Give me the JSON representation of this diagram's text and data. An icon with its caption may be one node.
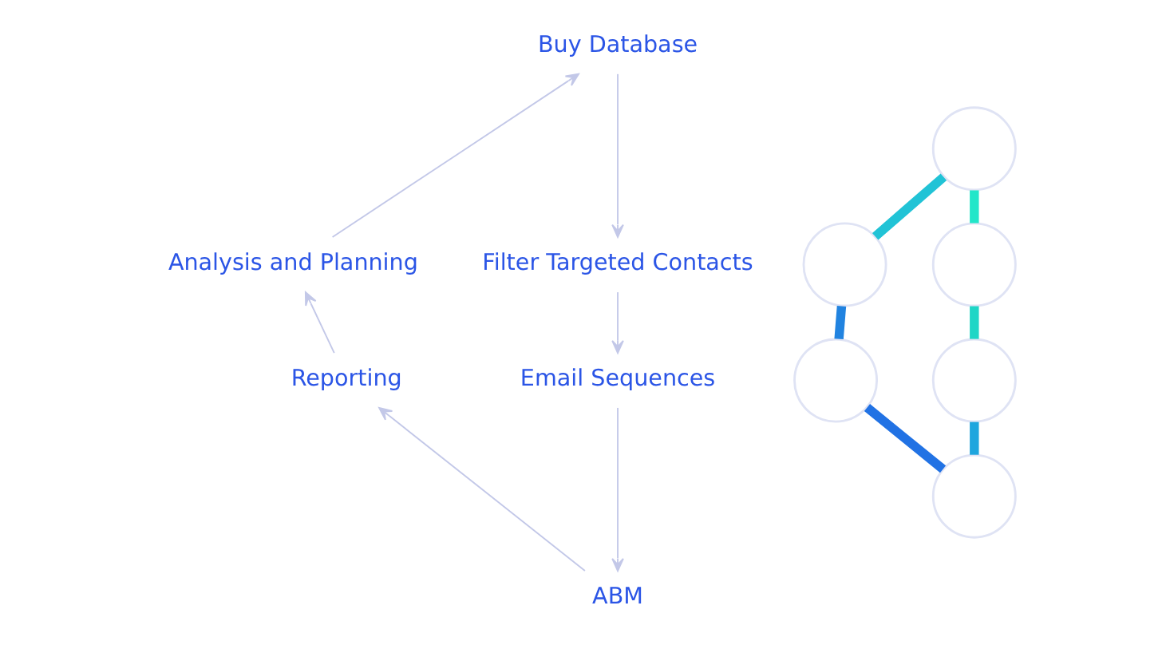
{
  "diagram": {
    "nodes": [
      {
        "text": [
          "Buy Database"
        ]
      },
      {
        "text": [
          "Filter Targeted Contacts"
        ]
      },
      {
        "text": [
          "Email Sequences"
        ]
      },
      {
        "text": [
          "ABM"
        ]
      },
      {
        "text": [
          "Reporting"
        ]
      },
      {
        "text": [
          "Analysis and Planning"
        ]
      },
      {
        "text": [],
        "shape": "circle"
      },
      {
        "text": [],
        "shape": "circle"
      },
      {
        "text": [],
        "shape": "circle"
      },
      {
        "text": [],
        "shape": "circle"
      },
      {
        "text": [],
        "shape": "circle"
      },
      {
        "text": [],
        "shape": "circle"
      }
    ],
    "edges": [
      {
        "from": 0,
        "to": 1,
        "arrow": "to"
      },
      {
        "from": 1,
        "to": 2,
        "arrow": "to"
      },
      {
        "from": 2,
        "to": 3,
        "arrow": "to"
      },
      {
        "from": 3,
        "to": 4,
        "arrow": "to"
      },
      {
        "from": 4,
        "to": 5,
        "arrow": "to"
      },
      {
        "from": 5,
        "to": 0,
        "arrow": "to"
      },
      {
        "from": 6,
        "to": 7,
        "arrow": "none",
        "style": "thick",
        "color": "#22e6c9"
      },
      {
        "from": 7,
        "to": 8,
        "arrow": "none",
        "style": "thick",
        "color": "#1fd6c6"
      },
      {
        "from": 8,
        "to": 9,
        "arrow": "none",
        "style": "thick",
        "color": "#1fa6de"
      },
      {
        "from": 9,
        "to": 10,
        "arrow": "none",
        "style": "thick",
        "color": "#2172e4"
      },
      {
        "from": 10,
        "to": 11,
        "arrow": "none",
        "style": "thick",
        "color": "#2183e0"
      },
      {
        "from": 11,
        "to": 6,
        "arrow": "none",
        "style": "thick",
        "color": "#21c3d6"
      }
    ]
  }
}
